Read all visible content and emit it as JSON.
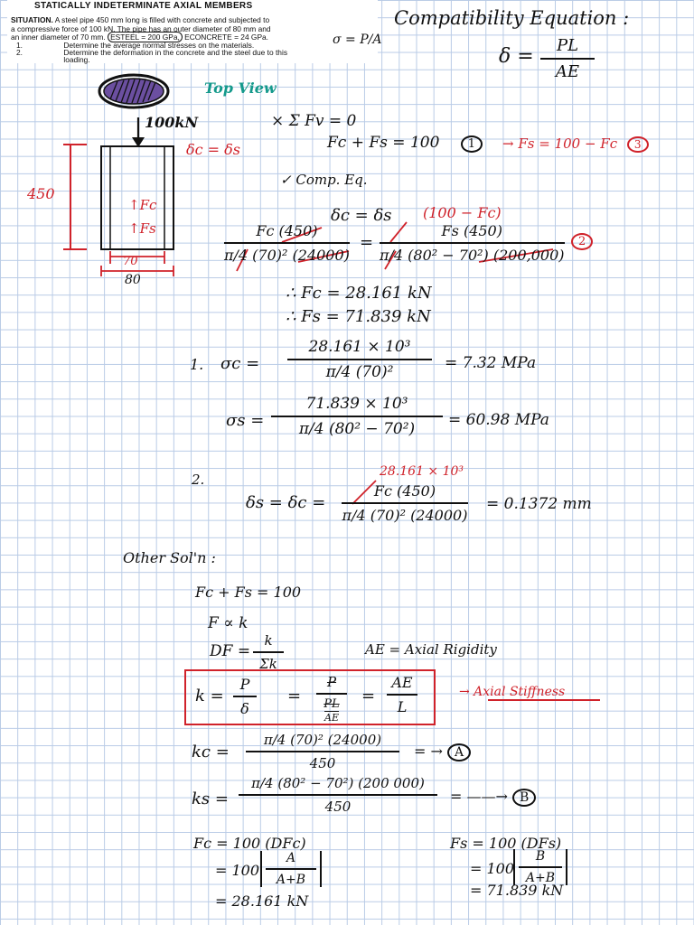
{
  "header": {
    "title": "STATICALLY INDETERMINATE AXIAL MEMBERS",
    "situation_label": "SITUATION.",
    "line1_rest": "A steel pipe 450 mm long is filled with concrete and subjected to",
    "line2": "a compressive force of 100 kN. The pipe has an outer diameter of 80 mm and",
    "line3_a": "an inner diameter of 70 mm.",
    "line3_b": "ESTEEL = 200 GPa,",
    "line3_c": "ECONCRETE = 24 GPa.",
    "items": [
      {
        "num": "1.",
        "text": "Determine the average normal stresses on the materials."
      },
      {
        "num": "2.",
        "text": "Determine the deformation in the concrete and the steel due to this"
      },
      {
        "num": "",
        "text": "loading."
      }
    ],
    "sigma_note": "σ = P/A"
  },
  "compat": {
    "title": "Compatibility Equation :",
    "lhs": "δ =",
    "num": "PL",
    "den": "AE"
  },
  "diagram": {
    "top_view_label": "Top View",
    "load_label": "100kN",
    "length_label": "450",
    "inner_dia": "70",
    "outer_dia": "80",
    "fc_label": "↑Fc",
    "fs_label": "↑Fs",
    "delta_note": "δc = δs"
  },
  "eq1": {
    "sum": "× Σ Fv = 0",
    "line": "Fc + Fs = 100",
    "tag": "1",
    "red_rhs": "→ Fs = 100 − Fc",
    "red_tag": "3"
  },
  "comp_eq": {
    "heading": "✓ Comp. Eq.",
    "line": "δc = δs",
    "red_sub": "(100 − Fc)",
    "lhs_num": "Fc (450)",
    "lhs_den": "π/4 (70)² (24000)",
    "rhs_num": "Fs (450)",
    "rhs_den": "π/4 (80² − 70²) (200,000)",
    "tag": "2"
  },
  "results": {
    "fc": "∴ Fc = 28.161 kN",
    "fs": "∴ Fs = 71.839 kN"
  },
  "stress": {
    "num_label": "1.",
    "sigma_c": "σc =",
    "sc_num": "28.161 × 10³",
    "sc_den": "π/4 (70)²",
    "sc_res": "= 7.32 MPa",
    "sigma_s": "σs =",
    "ss_num": "71.839 × 10³",
    "ss_den": "π/4 (80² − 70²)",
    "ss_res": "= 60.98 MPa"
  },
  "deform": {
    "num_label": "2.",
    "lhs": "δs = δc =",
    "red_sub": "28.161 × 10³",
    "num": "Fc (450)",
    "den": "π/4 (70)² (24000)",
    "res": "= 0.1372 mm"
  },
  "other": {
    "heading": "Other Sol'n :",
    "line1": "Fc + Fs = 100",
    "line2": "F ∝ k",
    "df_lhs": "DF =",
    "df_num": "k",
    "df_den": "Σk",
    "ae_note": "AE = Axial Rigidity",
    "box_k": "k =",
    "box_f1_num": "P",
    "box_f1_den": "δ",
    "box_f2_num": "P",
    "box_f2_den_top": "PL",
    "box_f2_den_bot": "AE",
    "box_f3_num": "AE",
    "box_f3_den": "L",
    "axial_stiffness": "→ Axial Stiffness",
    "kc_lhs": "kc =",
    "kc_num": "π/4 (70)² (24000)",
    "kc_den": "450",
    "kc_tag": "A",
    "ks_lhs": "ks =",
    "ks_num": "π/4 (80² − 70²) (200 000)",
    "ks_den": "450",
    "ks_tag": "B",
    "fc_line1": "Fc = 100 (DFc)",
    "fc_line2_a": "= 100",
    "fc_frac_num": "A",
    "fc_frac_den": "A+B",
    "fc_line3": "= 28.161 kN",
    "fs_line1": "Fs = 100 (DFs)",
    "fs_line2_a": "= 100",
    "fs_frac_num": "B",
    "fs_frac_den": "A+B",
    "fs_line3": "= 71.839 kN"
  },
  "colors": {
    "ink": "#111111",
    "red": "#d0222a",
    "teal": "#14998b",
    "grid": "#b9cbe6",
    "pipe_fill": "#6b4fa0"
  }
}
